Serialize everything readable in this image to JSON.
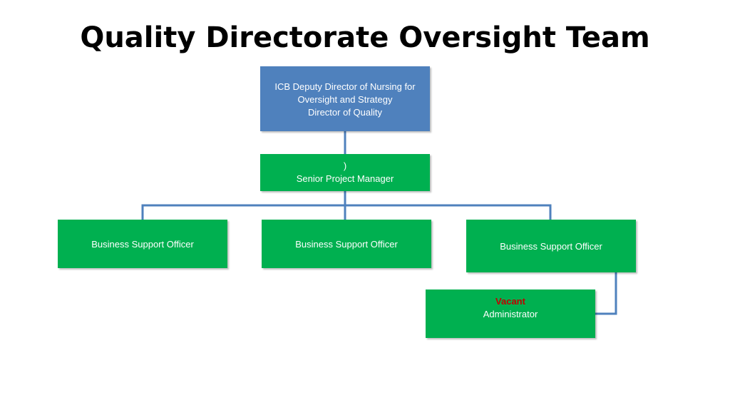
{
  "title": "Quality Directorate Oversight Team",
  "colors": {
    "director_box": "#4f81bd",
    "team_box": "#00b050",
    "connector": "#4f81bd",
    "vacant_text": "#c00000"
  },
  "nodes": {
    "director": {
      "lines": [
        "ICB Deputy Director of Nursing  for",
        "Oversight and Strategy",
        "Director of Quality"
      ]
    },
    "project_manager": {
      "lines": [
        ")",
        "Senior Project Manager"
      ]
    },
    "bso_left": {
      "label": "Business Support Officer"
    },
    "bso_middle": {
      "label": "Business Support Officer"
    },
    "bso_right": {
      "label": "Business Support Officer"
    },
    "administrator": {
      "status": "Vacant",
      "label": "Administrator"
    }
  }
}
